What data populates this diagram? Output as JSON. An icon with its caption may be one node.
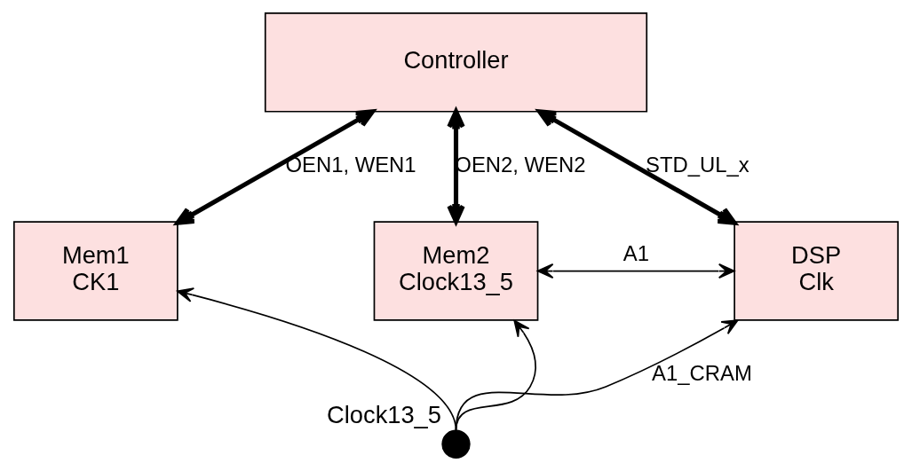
{
  "diagram": {
    "nodes": [
      {
        "text": [
          "Controller"
        ]
      },
      {
        "text": [
          "Mem1",
          "CK1"
        ]
      },
      {
        "text": [
          "Mem2",
          "Clock13_5"
        ]
      },
      {
        "text": [
          "DSP",
          "Clk"
        ]
      },
      {
        "text": [],
        "shape": "circle",
        "beside": [
          "Clock13_5"
        ]
      }
    ],
    "edges": [
      {
        "from": 0,
        "to": 1,
        "arrow": "both",
        "style": "thick",
        "label": "OEN1, WEN1"
      },
      {
        "from": 0,
        "to": 2,
        "arrow": "both",
        "style": "thick",
        "label": "OEN2, WEN2"
      },
      {
        "from": 0,
        "to": 3,
        "arrow": "both",
        "style": "thick",
        "label": "STD_UL_x"
      },
      {
        "from": 4,
        "to": 1,
        "arrow": "to"
      },
      {
        "from": 4,
        "to": 2,
        "arrow": "to"
      },
      {
        "from": 2,
        "to": 3,
        "arrow": "both",
        "label": "A1"
      },
      {
        "from": 4,
        "to": 3,
        "arrow": "to",
        "label": "A1_CRAM"
      }
    ]
  }
}
